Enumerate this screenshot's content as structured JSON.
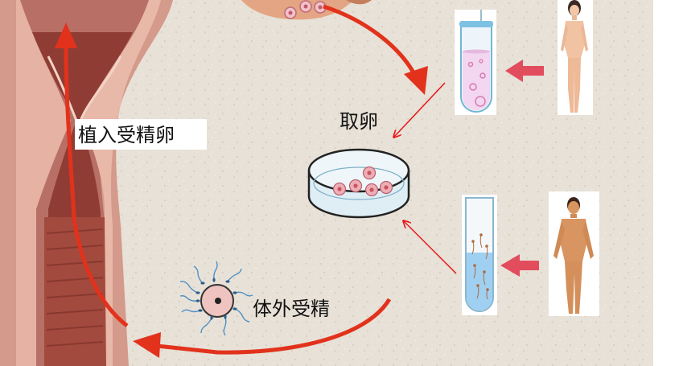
{
  "labels": {
    "implant": "植入受精卵",
    "egg_retrieval": "取卵",
    "ivf": "体外受精"
  },
  "colors": {
    "background": "#e7e1d7",
    "process_arrow": "#e2321c",
    "thin_arrow": "#e8151a",
    "block_arrow": "#e24d5d",
    "uterus_wall": "#c98f80",
    "uterus_inner": "#8a3a33",
    "egg_pink": "#e8a3aa",
    "tube_liquid_female": "#f3d6ef",
    "tube_liquid_male": "#9fd0f2"
  },
  "icons": {
    "female": "female-figure-icon",
    "male": "male-figure-icon",
    "dish": "petri-dish-icon",
    "egg_tube": "egg-test-tube-icon",
    "sperm_tube": "sperm-test-tube-icon",
    "fertilized_egg": "egg-with-sperm-icon"
  }
}
